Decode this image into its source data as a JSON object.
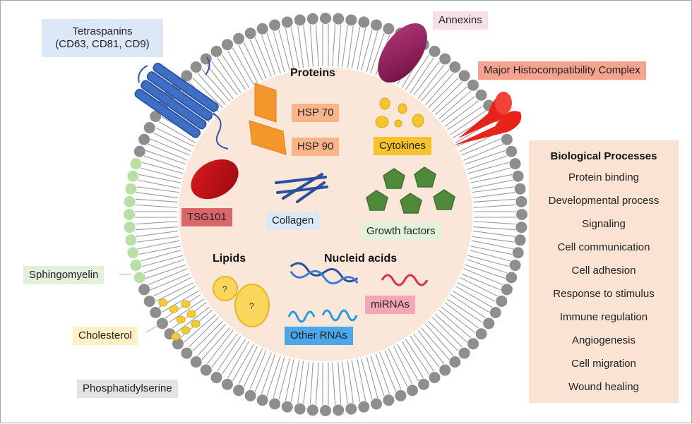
{
  "membrane_labels": {
    "tetraspanins": "Tetraspanins",
    "tetraspanins_sub": "(CD63, CD81, CD9)",
    "annexins": "Annexins",
    "mhc": "Major Histocompatibility Complex",
    "sphingomyelin": "Sphingomyelin",
    "cholesterol": "Cholesterol",
    "phosphatidylserine": "Phosphatidylserine"
  },
  "sections": {
    "proteins": "Proteins",
    "lipids": "Lipids",
    "nucleic_acids": "Nucleid acids"
  },
  "cargo_labels": {
    "hsp70": "HSP 70",
    "hsp90": "HSP 90",
    "cytokines": "Cytokines",
    "tsg101": "TSG101",
    "collagen": "Collagen",
    "growth_factors": "Growth factors",
    "mirnas": "miRNAs",
    "other_rnas": "Other RNAs",
    "unknown_lipid_mark": "?"
  },
  "biological_processes": {
    "title": "Biological Processes",
    "items": [
      "Protein binding",
      "Developmental process",
      "Signaling",
      "Cell communication",
      "Cell adhesion",
      "Response to stimulus",
      "Immune regulation",
      "Angiogenesis",
      "Cell migration",
      "Wound healing"
    ]
  },
  "colors": {
    "vesicle_interior": "#fbe7d9",
    "lipid_head": "#8e8e8e",
    "sphingomyelin_head": "#b9dfa6",
    "cholesterol": "#f2cd3a",
    "tetraspanin": "#3f6fc4",
    "annexin": "#8f1d57",
    "mhc": "#e8241a",
    "hsp": "#f5962d",
    "tsg101": "#c40d12",
    "collagen": "#2a4f9c",
    "growth_factor": "#4f8a3a",
    "cytokine": "#f6c42c",
    "mirna": "#d9304a",
    "other_rna": "#2a9ae0"
  }
}
